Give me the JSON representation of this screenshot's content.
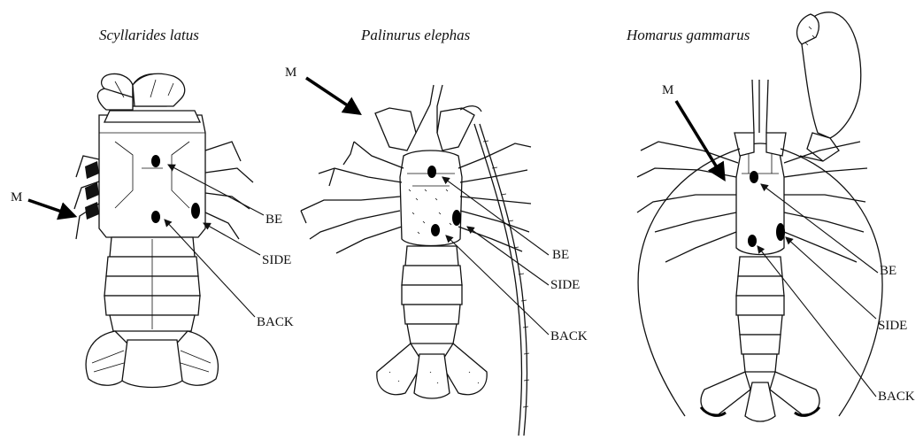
{
  "figure": {
    "panels": [
      {
        "species": "Scyllarides latus",
        "labels": {
          "m": "M",
          "be": "BE",
          "side": "SIDE",
          "back": "BACK"
        }
      },
      {
        "species": "Palinurus elephas",
        "labels": {
          "m": "M",
          "be": "BE",
          "side": "SIDE",
          "back": "BACK"
        }
      },
      {
        "species": "Homarus gammarus",
        "labels": {
          "m": "M",
          "be": "BE",
          "side": "SIDE",
          "back": "BACK"
        }
      }
    ],
    "colors": {
      "ink": "#111111",
      "background": "#ffffff"
    }
  }
}
